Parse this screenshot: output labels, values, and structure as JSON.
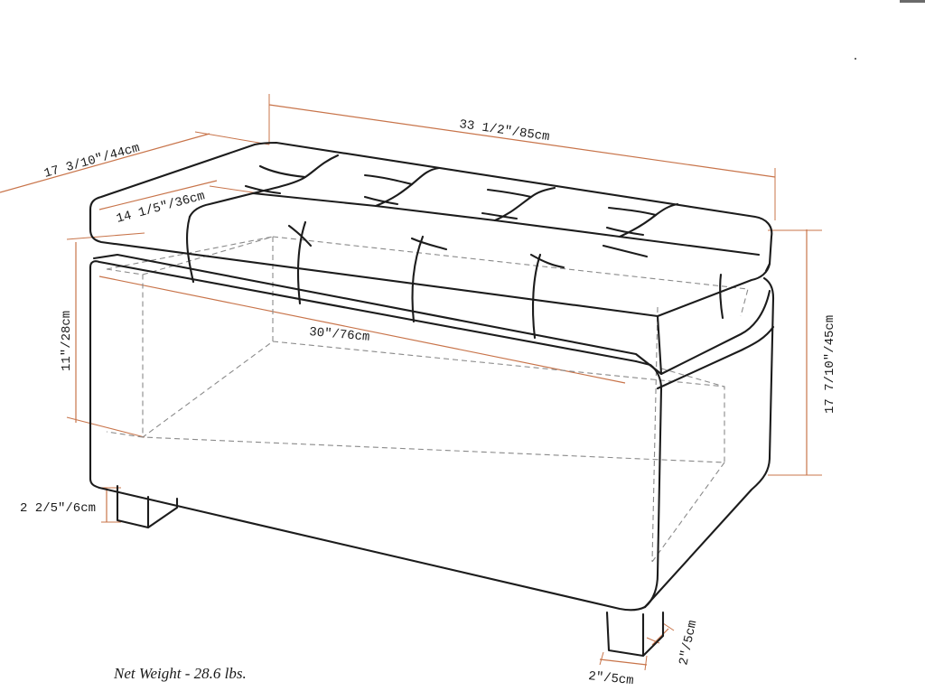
{
  "colors": {
    "outline": "#1c1c1c",
    "hidden_edges": "#8a8a8a",
    "dimension_lines": "#c8744a",
    "background": "#ffffff"
  },
  "dimensions": {
    "overall_width": "33 1/2″/85cm",
    "overall_depth": "17 3/10″/44cm",
    "interior_depth": "14 1/5″/36cm",
    "interior_width": "30″/76cm",
    "interior_height": "11″/28cm",
    "overall_height": "17 7/10″/45cm",
    "leg_height": "2 2/5″/6cm",
    "leg_width": "2″/5cm",
    "leg_depth": "2″/5cm"
  },
  "net_weight": "Net Weight - 28.6 lbs."
}
